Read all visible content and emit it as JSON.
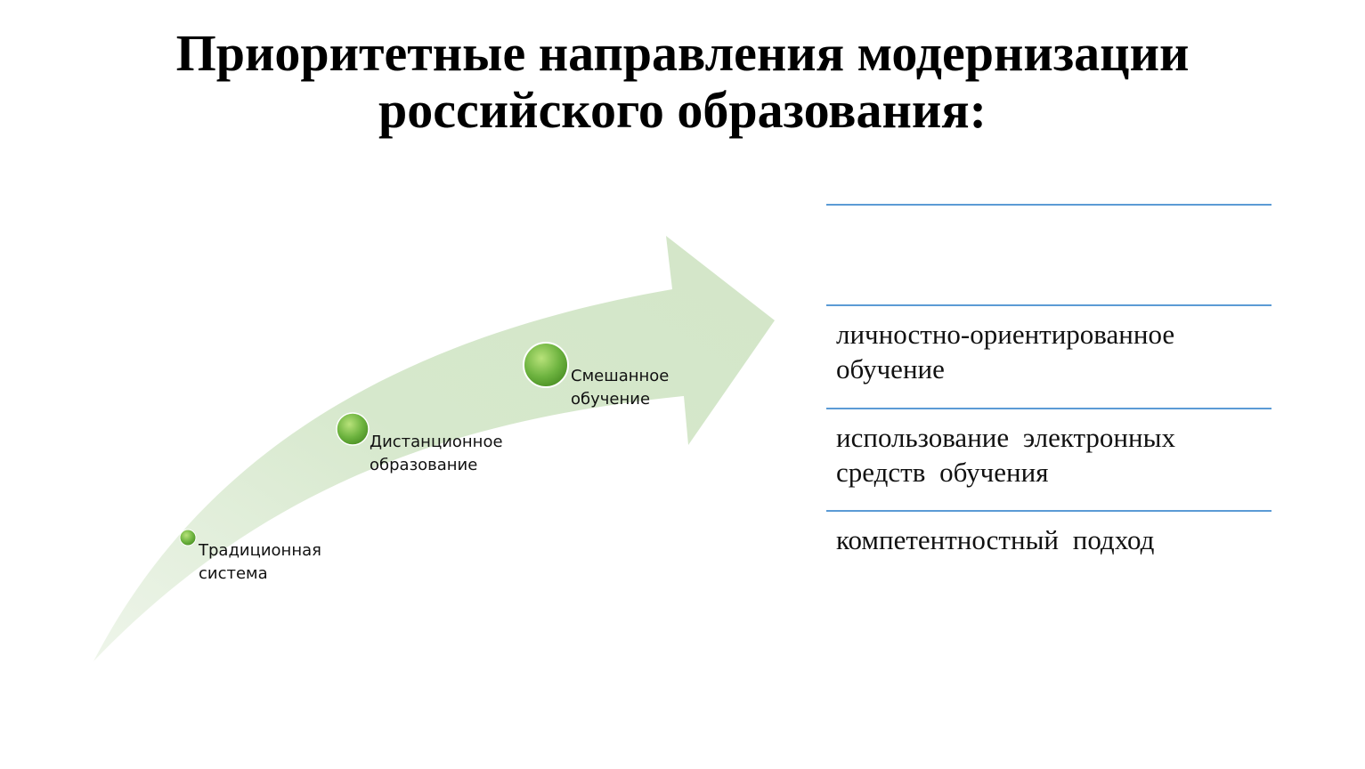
{
  "title": {
    "line1": "Приоритетные направления модернизации",
    "line2": "российского образования:"
  },
  "timeline": {
    "colors": {
      "arrow": "#d3e6c8",
      "node": "#6db33f"
    },
    "stages": [
      {
        "line1": "Традиционная",
        "line2": "система"
      },
      {
        "line1": "Дистанционное",
        "line2": "образование"
      },
      {
        "line1": "Смешанное",
        "line2": "обучение"
      }
    ]
  },
  "directions": {
    "accent": "#5b9bd5",
    "items": [
      "",
      "личностно-ориентированное обучение",
      "использование электронных средств обучения",
      "компетентностный подход"
    ]
  }
}
